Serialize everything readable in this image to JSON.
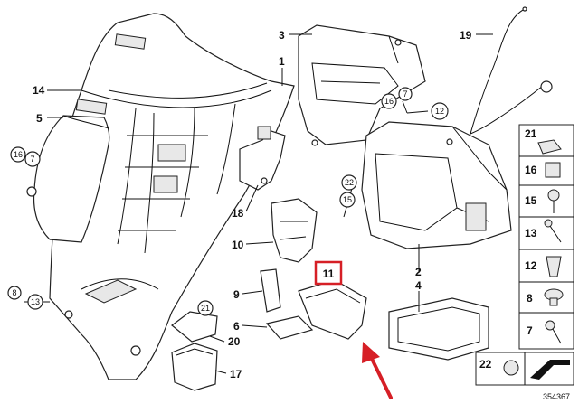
{
  "diagram_id": "354367",
  "colors": {
    "highlight": "#d61f26",
    "ink": "#111111"
  },
  "callouts": [
    {
      "id": "c14",
      "label": "14"
    },
    {
      "id": "c5",
      "label": "5"
    },
    {
      "id": "c16a",
      "label": "16",
      "sub": "7"
    },
    {
      "id": "c8",
      "label": "8",
      "sub": "13"
    },
    {
      "id": "c3",
      "label": "3"
    },
    {
      "id": "c1",
      "label": "1"
    },
    {
      "id": "c16b",
      "label": "16",
      "sub": "7"
    },
    {
      "id": "c12",
      "label": "12"
    },
    {
      "id": "c22a",
      "label": "22",
      "sub": "15"
    },
    {
      "id": "c18",
      "label": "18"
    },
    {
      "id": "c10",
      "label": "10"
    },
    {
      "id": "c19",
      "label": "19"
    },
    {
      "id": "c2",
      "label": "2"
    },
    {
      "id": "c4",
      "label": "4"
    },
    {
      "id": "c9",
      "label": "9"
    },
    {
      "id": "c21",
      "label": "21"
    },
    {
      "id": "c6",
      "label": "6"
    },
    {
      "id": "c20",
      "label": "20"
    },
    {
      "id": "c17",
      "label": "17"
    },
    {
      "id": "c11",
      "label": "11"
    }
  ],
  "sidebar_parts": [
    "21",
    "16",
    "15",
    "13",
    "12",
    "8",
    "7"
  ],
  "bottom_part": "22"
}
